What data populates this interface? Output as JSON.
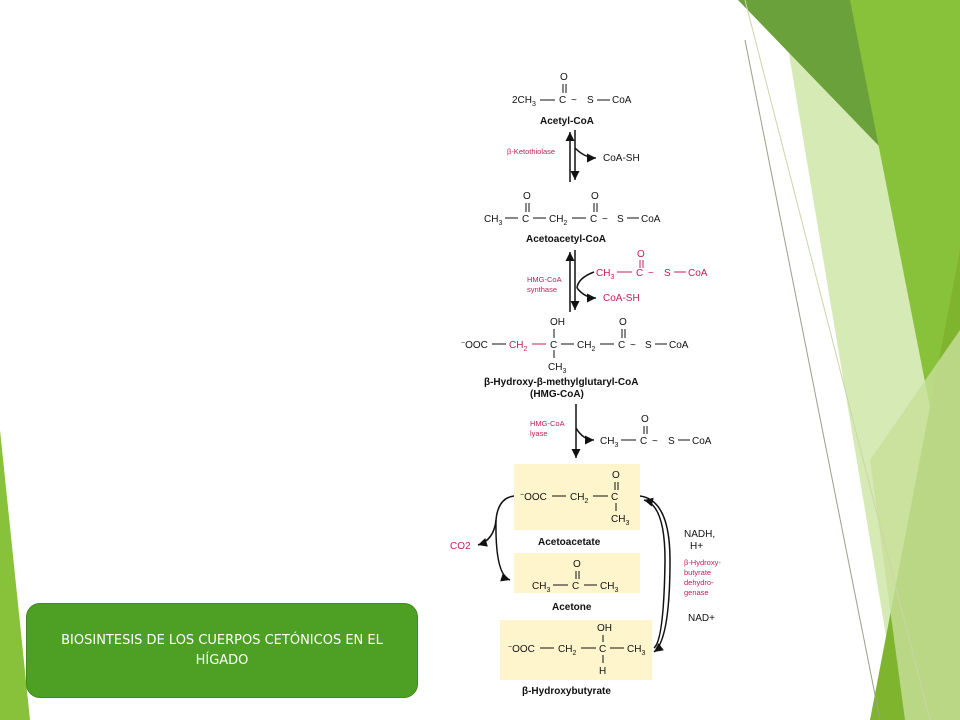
{
  "slide": {
    "caption": "BIOSINTESIS DE LOS CUERPOS CETÓNICOS EN EL HÍGADO"
  },
  "colors": {
    "caption_bg": "#4ea024",
    "decor_green_dark": "#6aa13a",
    "decor_green_mid": "#88c23a",
    "decor_green_light": "#b5d87a",
    "enzyme_text": "#c0205a",
    "highlight_box": "#fff5cc"
  },
  "pathway": {
    "acetyl_coa": {
      "name": "Acetyl-CoA",
      "formula": "2CH3—C~S—CoA"
    },
    "step1": {
      "enzyme": "β-Ketothiolase",
      "product": "CoA-SH"
    },
    "acetoacetyl_coa": {
      "name": "Acetoacetyl-CoA"
    },
    "step2": {
      "enzyme_line1": "HMG-CoA",
      "enzyme_line2": "synthase",
      "reactant": "CH3—C~S—CoA",
      "product": "CoA-SH"
    },
    "hmg_coa": {
      "name_line1": "β-Hydroxy-β-methylglutaryl-CoA",
      "name_line2": "(HMG-CoA)"
    },
    "step3": {
      "enzyme_line1": "HMG-CoA",
      "enzyme_line2": "lyase",
      "product": "CH3—C~S—CoA"
    },
    "acetoacetate": {
      "name": "Acetoacetate"
    },
    "co2": "CO2",
    "acetone": {
      "name": "Acetone"
    },
    "reduction": {
      "cofactor_in_line1": "NADH,",
      "cofactor_in_line2": "H+",
      "enzyme_lines": [
        "β-Hydroxy-",
        "butyrate",
        "dehydro-",
        "genase"
      ],
      "cofactor_out": "NAD+"
    },
    "hydroxybutyrate": {
      "name": "β-Hydroxybutyrate"
    }
  }
}
